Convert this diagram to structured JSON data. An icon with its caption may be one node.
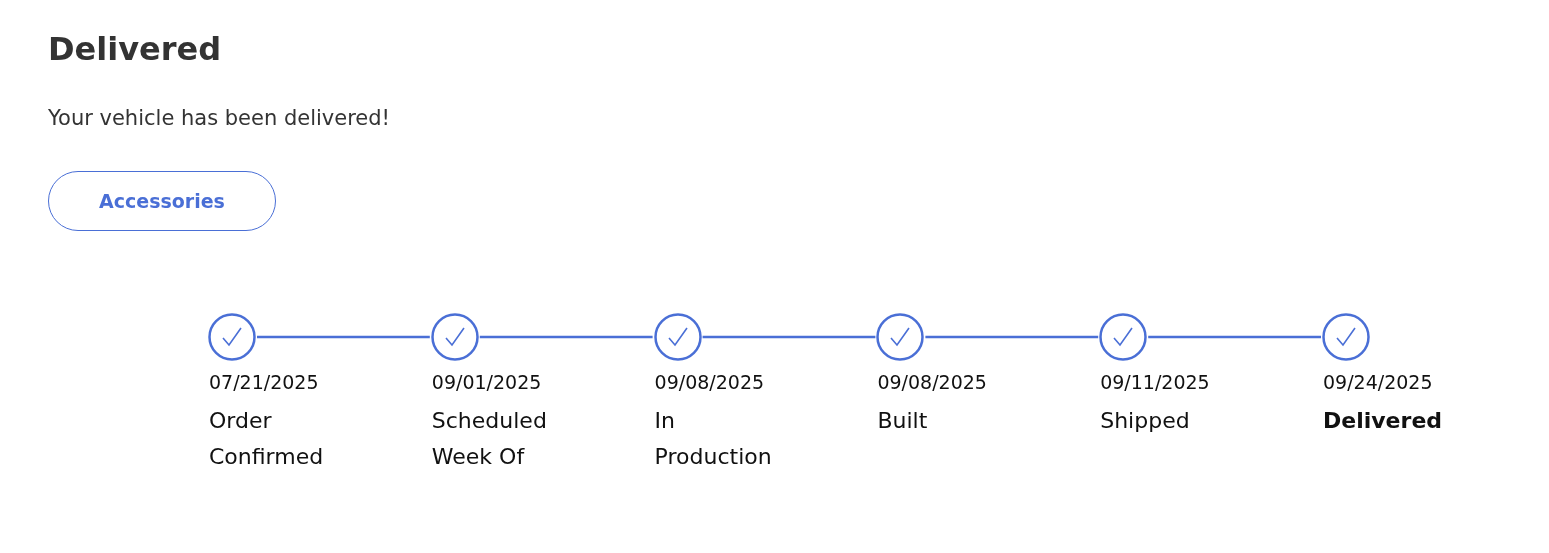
{
  "diagram": {
    "title": "Delivered",
    "nodes": [
      {
        "text": [],
        "shape": "circle",
        "beside": [
          "07/21/2025",
          "Order Confirmed"
        ]
      },
      {
        "text": [],
        "shape": "circle",
        "beside": [
          "09/01/2025",
          "Scheduled Week Of"
        ]
      },
      {
        "text": [],
        "shape": "circle",
        "beside": [
          "09/08/2025",
          "In Production"
        ]
      },
      {
        "text": [],
        "shape": "circle",
        "beside": [
          "09/08/2025",
          "Built"
        ]
      },
      {
        "text": [],
        "shape": "circle",
        "beside": [
          "09/11/2025",
          "Shipped"
        ]
      },
      {
        "text": [],
        "shape": "circle",
        "beside": [
          "09/24/2025",
          "Delivered"
        ]
      }
    ],
    "edges": [
      {
        "from": 0,
        "to": 1,
        "arrow": "none"
      },
      {
        "from": 1,
        "to": 2,
        "arrow": "none"
      },
      {
        "from": 2,
        "to": 3,
        "arrow": "none"
      },
      {
        "from": 3,
        "to": 4,
        "arrow": "none"
      },
      {
        "from": 4,
        "to": 5,
        "arrow": "none"
      }
    ],
    "labels": [
      "Your vehicle has been delivered!",
      "Accessories"
    ]
  }
}
